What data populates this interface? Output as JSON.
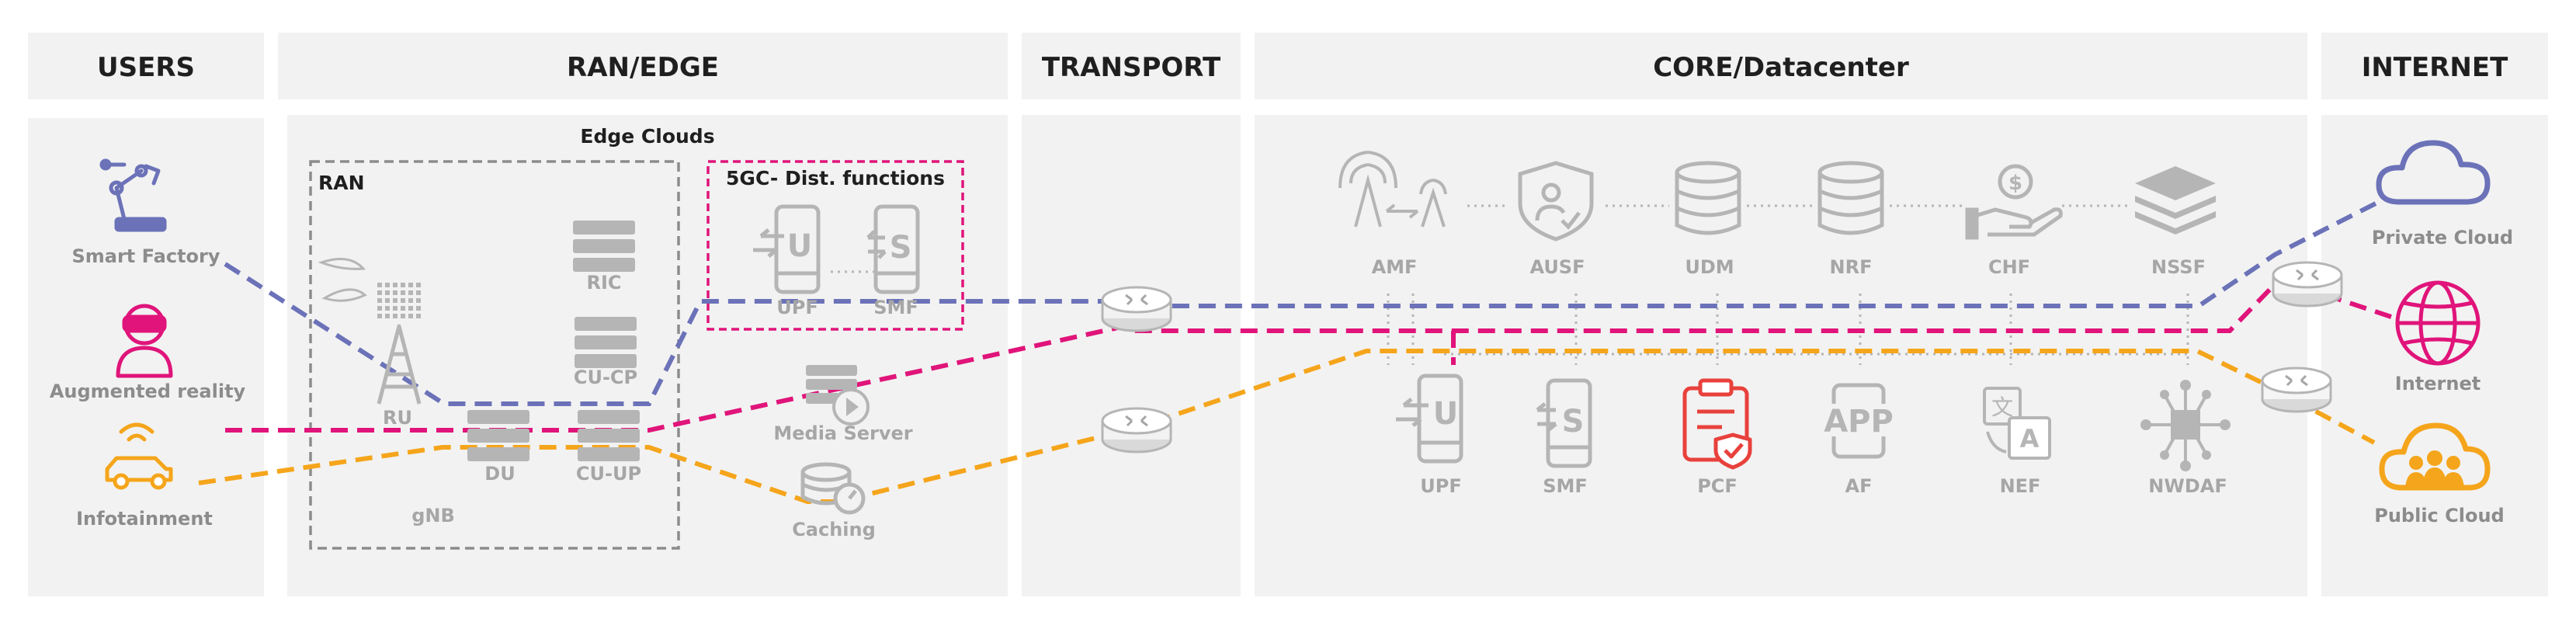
{
  "headers": {
    "users": "USERS",
    "ran_edge": "RAN/EDGE",
    "transport": "TRANSPORT",
    "core": "CORE/Datacenter",
    "internet": "INTERNET"
  },
  "users": {
    "smart_factory": "Smart Factory",
    "augmented_reality": "Augmented reality",
    "infotainment": "Infotainment"
  },
  "ran_edge": {
    "edge_clouds": "Edge Clouds",
    "ran": "RAN",
    "five_gc_box": "5GC- Dist. functions",
    "ru": "RU",
    "du": "DU",
    "ric": "RIC",
    "cu_cp": "CU-CP",
    "cu_up": "CU-UP",
    "gnb": "gNB",
    "upf": "UPF",
    "smf": "SMF",
    "media_server": "Media Server",
    "caching": "Caching"
  },
  "core": {
    "amf": "AMF",
    "ausf": "AUSF",
    "udm": "UDM",
    "nrf": "NRF",
    "chf": "CHF",
    "nssf": "NSSF",
    "upf": "UPF",
    "smf": "SMF",
    "pcf": "PCF",
    "af": "AF",
    "nef": "NEF",
    "nwdaf": "NWDAF",
    "icon_text": {
      "upf": "U",
      "smf": "S",
      "af": "APP",
      "nef_a": "A",
      "nef_b": "文",
      "chf": "$"
    }
  },
  "internet": {
    "private_cloud": "Private Cloud",
    "internet": "Internet",
    "public_cloud": "Public Cloud"
  },
  "colors": {
    "blue_path": "#6b72b8",
    "magenta_path": "#e0147a",
    "orange_path": "#f5a51b",
    "panel_bg": "#f2f2f2",
    "icon_gray": "#a6a6a6",
    "pcf_red": "#e8413c"
  }
}
